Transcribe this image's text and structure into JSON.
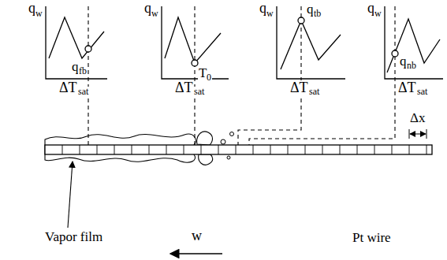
{
  "diagram": {
    "labels": [
      "q",
      "w",
      "ΔT",
      "sat",
      "q",
      "fb",
      "q",
      "w",
      "ΔT",
      "sat",
      "T",
      "0",
      "q",
      "w",
      "ΔT",
      "sat",
      "q",
      "tb",
      "q",
      "w",
      "ΔT",
      "sat",
      "q",
      "nb",
      "Δx",
      "Vapor film",
      "w",
      "Pt wire"
    ]
  }
}
